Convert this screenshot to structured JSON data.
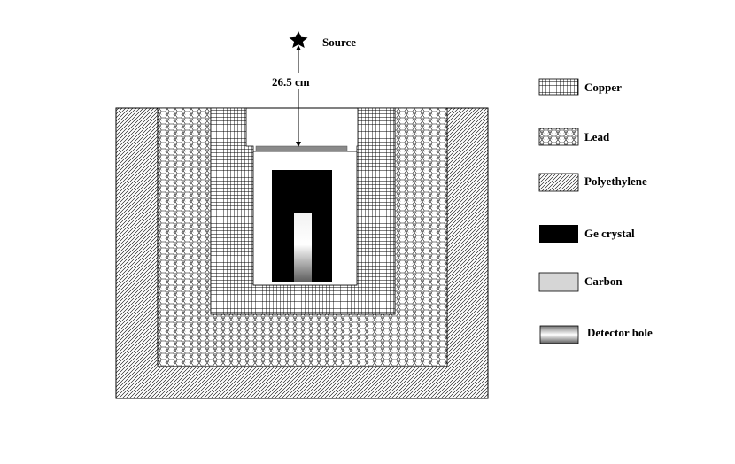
{
  "source": {
    "label": "Source",
    "icon": "star-icon"
  },
  "distance": {
    "label": "26.5 cm"
  },
  "legend": [
    {
      "key": "copper",
      "label": "Copper"
    },
    {
      "key": "lead",
      "label": "Lead"
    },
    {
      "key": "polyethylene",
      "label": "Polyethylene"
    },
    {
      "key": "ge",
      "label": "Ge crystal"
    },
    {
      "key": "carbon",
      "label": "Carbon"
    },
    {
      "key": "hole",
      "label": "Detector hole"
    }
  ],
  "colors": {
    "ge_crystal": "#000000",
    "carbon": "#d6d6d6",
    "window": "#8a8a8a",
    "line": "#000000",
    "background": "#ffffff"
  }
}
